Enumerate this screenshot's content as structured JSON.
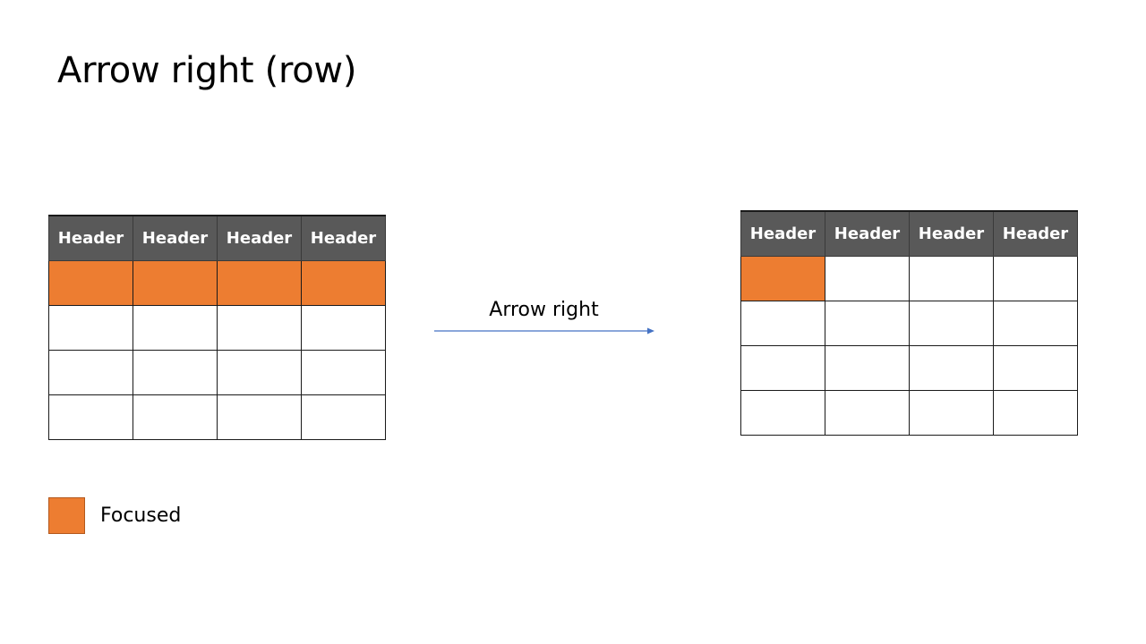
{
  "title": "Arrow right (row)",
  "colors": {
    "focused": "#ed7d31",
    "header_bg": "#595959",
    "header_text": "#ffffff",
    "arrow": "#4472c4"
  },
  "before_table": {
    "headers": [
      "Header",
      "Header",
      "Header",
      "Header"
    ],
    "body_rows": 4,
    "focused": "row 1"
  },
  "transition": {
    "label": "Arrow right",
    "icon": "arrow-right-icon"
  },
  "after_table": {
    "headers": [
      "Header",
      "Header",
      "Header",
      "Header"
    ],
    "body_rows": 4,
    "focused": "row 1, cell 1"
  },
  "legend": {
    "label": "Focused"
  }
}
